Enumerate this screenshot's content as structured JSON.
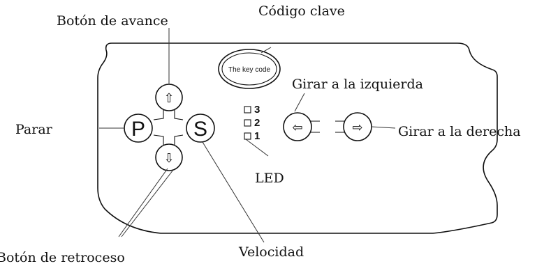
{
  "labels": {
    "forward_button": "Botón de avance",
    "key_code": "Código clave",
    "turn_left": "Girar a la izquierda",
    "stop": "Parar",
    "turn_right": "Girar a la derecha",
    "led": "LED",
    "backward_button": "Botón de retroceso",
    "speed": "Velocidad"
  },
  "device": {
    "key_code_text": "The key code",
    "stop_key": "P",
    "speed_key": "S",
    "up_arrow": "⇧",
    "down_arrow": "⇩",
    "left_arrow": "⇦",
    "right_arrow": "⇨",
    "led_levels": [
      "3",
      "2",
      "1"
    ]
  },
  "colors": {
    "ink": "#111111",
    "background": "#ffffff"
  }
}
